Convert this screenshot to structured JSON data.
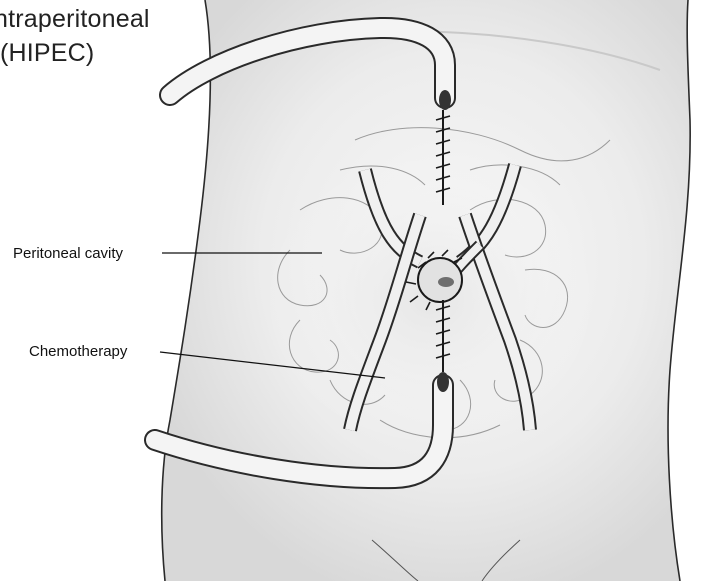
{
  "title": {
    "line1": "ntraperitoneal",
    "line2": "(HIPEC)"
  },
  "labels": {
    "peritoneal_cavity": "Peritoneal cavity",
    "chemotherapy": "Chemotherapy"
  },
  "colors": {
    "background": "#ffffff",
    "outline": "#2a2a2a",
    "shading": "#cfcfcf",
    "tube_fill": "#f4f4f4",
    "suture": "#1a1a1a"
  }
}
